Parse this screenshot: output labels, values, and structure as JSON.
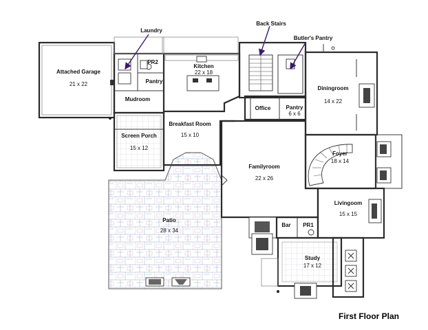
{
  "title": "First Floor Plan",
  "callouts": {
    "laundry": "Laundry",
    "back_stairs": "Back Stairs",
    "butlers_pantry": "Butler's Pantry"
  },
  "rooms": {
    "garage": {
      "name": "Attached Garage",
      "size": "21 x 22"
    },
    "pr2": {
      "name": "PR2"
    },
    "pantry_small": {
      "name": "Pantry"
    },
    "mudroom": {
      "name": "Mudroom"
    },
    "kitchen": {
      "name": "Kitchen",
      "size": "22 x 18"
    },
    "breakfast": {
      "name": "Breakfast Room",
      "size": "15 x 10"
    },
    "screen_porch": {
      "name": "Screen Porch",
      "size": "15 x 12"
    },
    "office": {
      "name": "Office"
    },
    "pantry": {
      "name": "Pantry",
      "size": "6 x 6"
    },
    "diningroom": {
      "name": "Diningroom",
      "size": "14 x 22"
    },
    "foyer": {
      "name": "Foyer",
      "size": "18 x 14"
    },
    "familyroom": {
      "name": "Familyroom",
      "size": "22 x 26"
    },
    "livingroom": {
      "name": "Livingoom",
      "size": "15 x 15"
    },
    "patio": {
      "name": "Patio",
      "size": "28 x 34"
    },
    "bar": {
      "name": "Bar"
    },
    "pr1": {
      "name": "PR1"
    },
    "study": {
      "name": "Study",
      "size": "17 x 12"
    }
  },
  "colors": {
    "wall": "#2a2a2a",
    "arrow": "#3a1a6e",
    "paver_a": "#b8c2de",
    "paver_b": "#d9bcc8",
    "paver_c": "#aeb0b4"
  }
}
